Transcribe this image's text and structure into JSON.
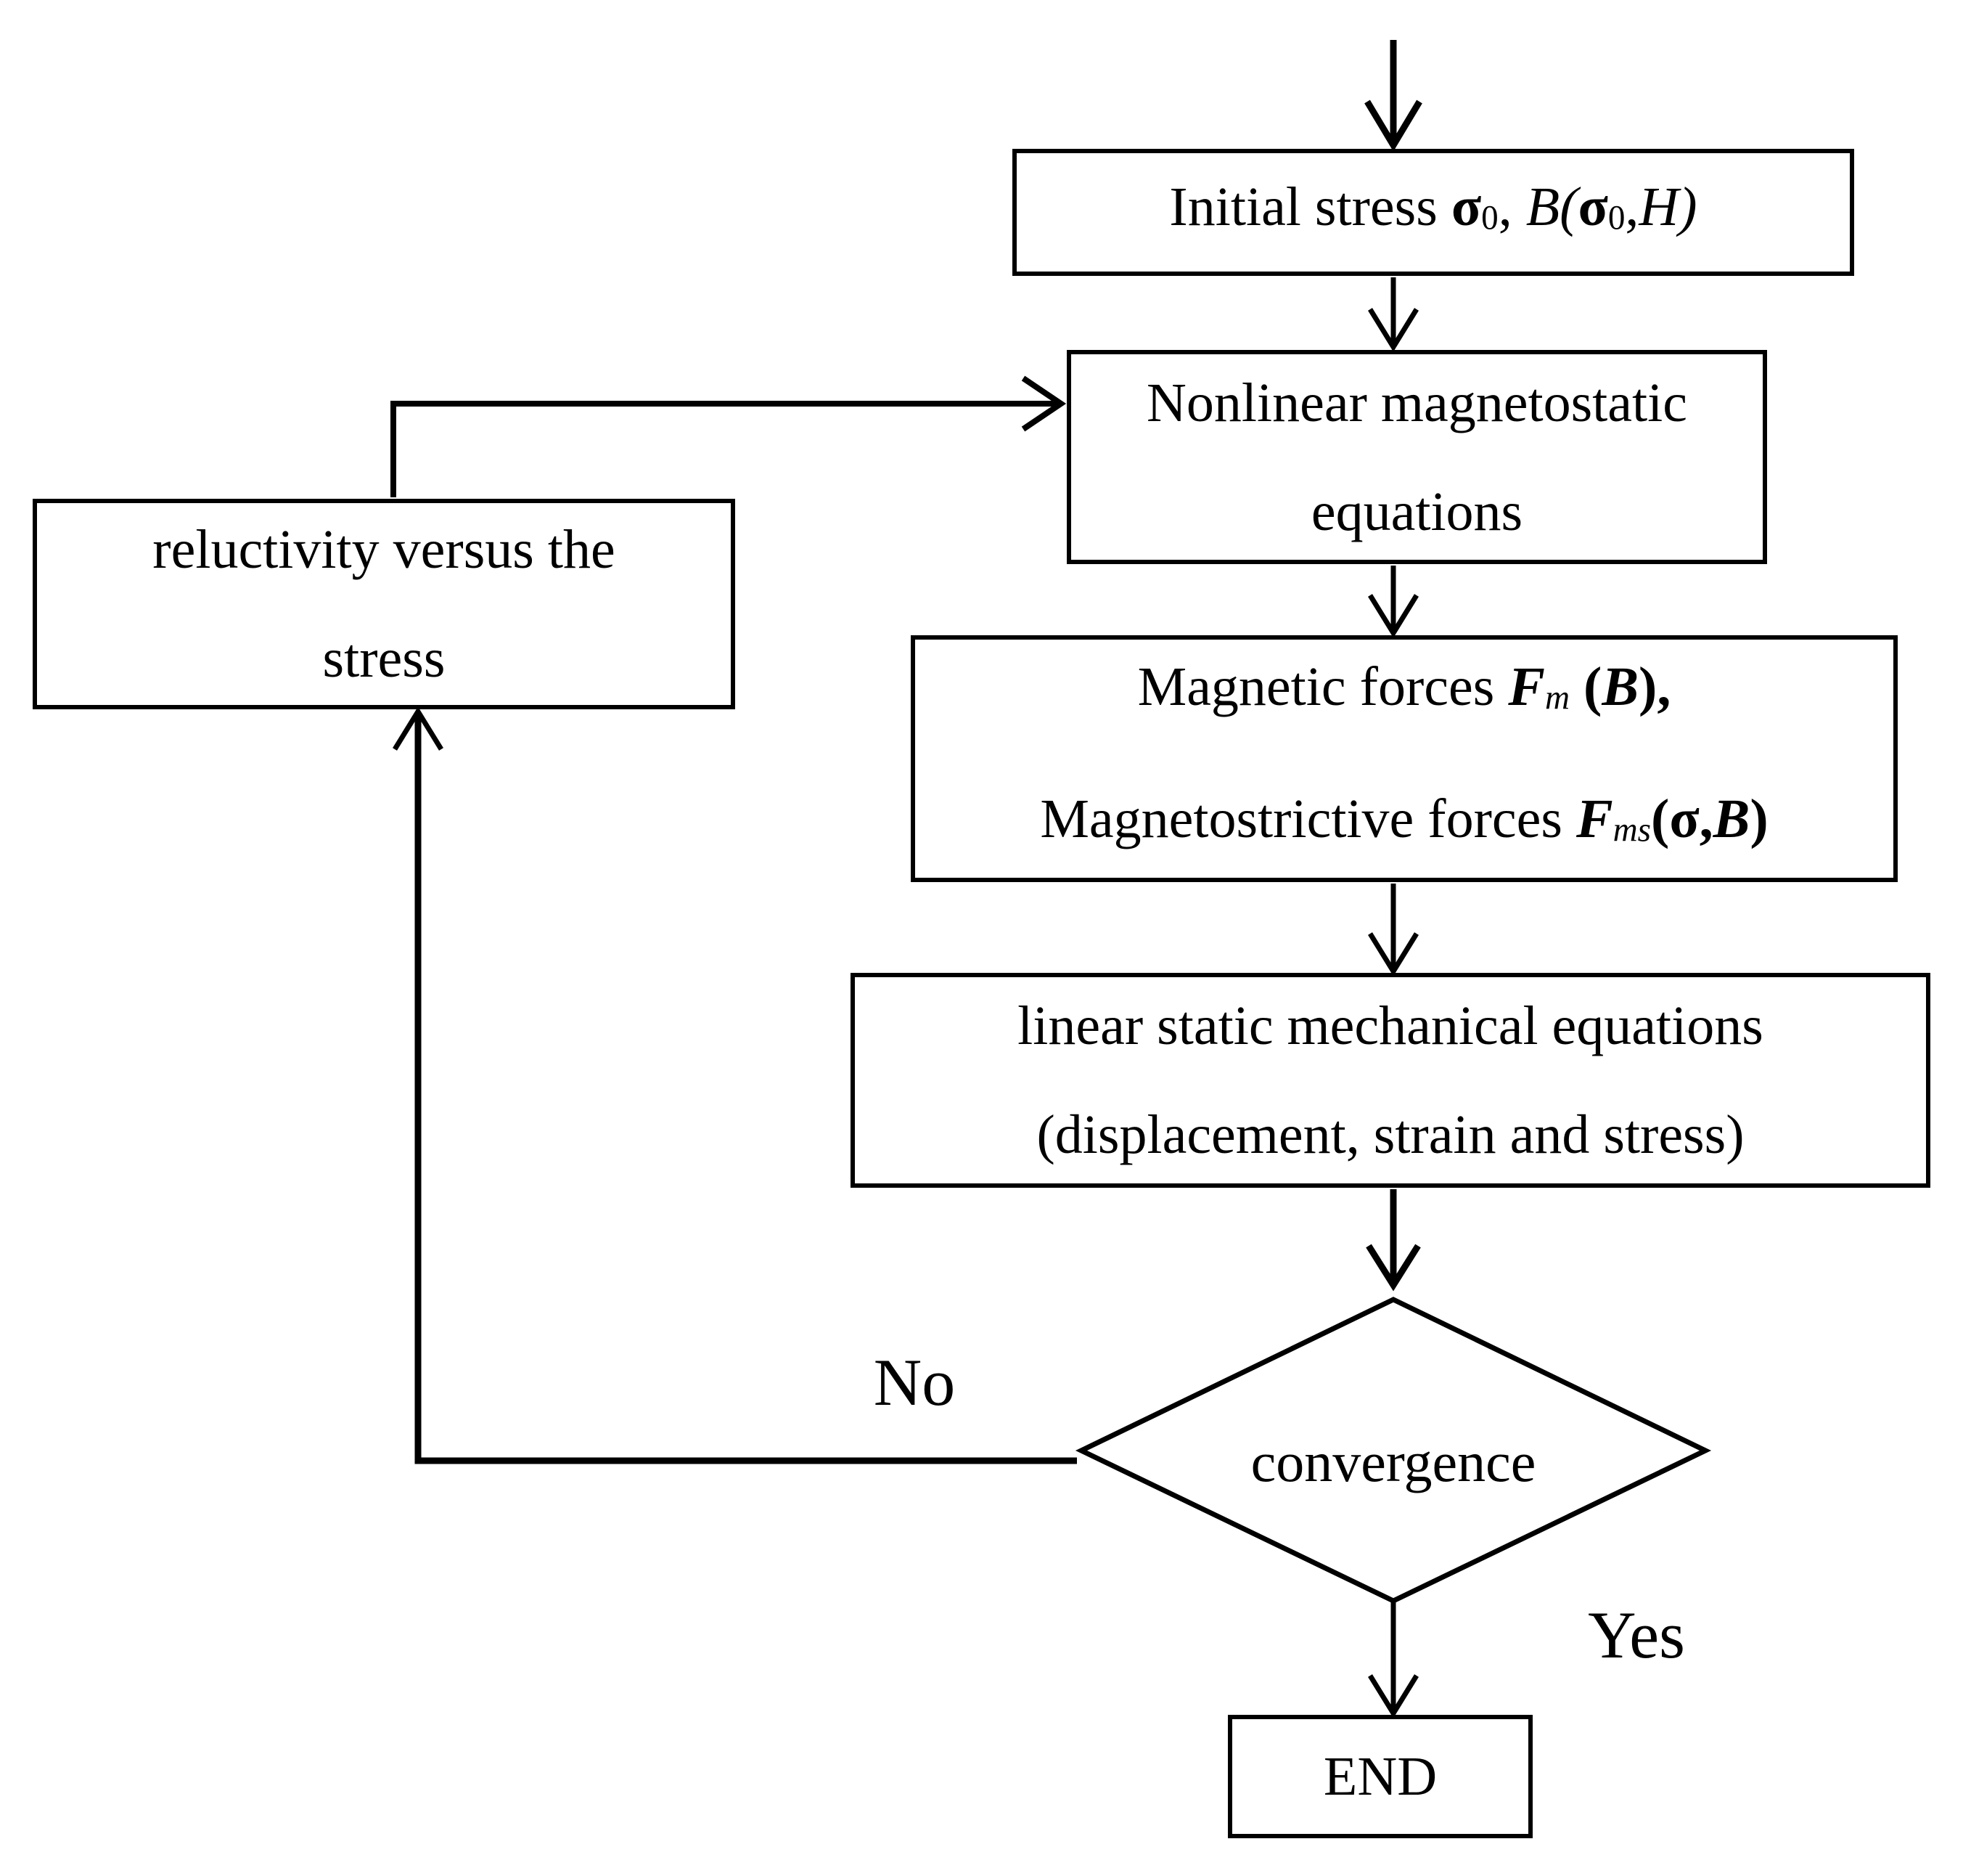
{
  "diagram": {
    "colors": {
      "stroke": "#000000",
      "background": "#ffffff"
    },
    "nodes": {
      "initial_stress": {
        "type": "process",
        "lines": [
          [
            {
              "t": "Initial stress "
            },
            {
              "t": "σ",
              "s": "b"
            },
            {
              "t": "0",
              "s": "sub"
            },
            {
              "t": ", "
            },
            {
              "t": "B",
              "s": "i"
            },
            {
              "t": "(",
              "s": "i"
            },
            {
              "t": "σ",
              "s": "b"
            },
            {
              "t": "0",
              "s": "sub"
            },
            {
              "t": ","
            },
            {
              "t": "H",
              "s": "i"
            },
            {
              "t": ")",
              "s": "i"
            }
          ]
        ]
      },
      "magnetostatic": {
        "type": "process",
        "lines": [
          [
            {
              "t": "Nonlinear magnetostatic"
            }
          ],
          [
            {
              "t": "equations"
            }
          ]
        ]
      },
      "forces": {
        "type": "process",
        "lines": [
          [
            {
              "t": "Magnetic forces "
            },
            {
              "t": "F",
              "s": "bi"
            },
            {
              "t": "m",
              "s": "isub"
            },
            {
              "t": " "
            },
            {
              "t": "(",
              "s": "b"
            },
            {
              "t": "B",
              "s": "bi"
            },
            {
              "t": "),",
              "s": "b"
            }
          ],
          [
            {
              "t": "Magnetostrictive forces "
            },
            {
              "t": "F",
              "s": "bi"
            },
            {
              "t": "ms",
              "s": "isub"
            },
            {
              "t": "(",
              "s": "b"
            },
            {
              "t": "σ,",
              "s": "b"
            },
            {
              "t": "B",
              "s": "bi"
            },
            {
              "t": ")",
              "s": "b"
            }
          ]
        ]
      },
      "mechanical": {
        "type": "process",
        "lines": [
          [
            {
              "t": "linear static mechanical equations"
            }
          ],
          [
            {
              "t": "(displacement, strain and stress)"
            }
          ]
        ]
      },
      "reluctivity": {
        "type": "process",
        "lines": [
          [
            {
              "t": "reluctivity versus the"
            }
          ],
          [
            {
              "t": "stress"
            }
          ]
        ]
      },
      "convergence": {
        "type": "decision",
        "label": "convergence"
      },
      "end": {
        "type": "terminator",
        "lines": [
          [
            {
              "t": "END"
            }
          ]
        ]
      }
    },
    "edge_labels": {
      "no": "No",
      "yes": "Yes"
    },
    "edges": [
      {
        "from": "start",
        "to": "initial_stress"
      },
      {
        "from": "initial_stress",
        "to": "magnetostatic"
      },
      {
        "from": "magnetostatic",
        "to": "forces"
      },
      {
        "from": "forces",
        "to": "mechanical"
      },
      {
        "from": "mechanical",
        "to": "convergence"
      },
      {
        "from": "convergence",
        "to": "reluctivity",
        "label": "No"
      },
      {
        "from": "reluctivity",
        "to": "magnetostatic"
      },
      {
        "from": "convergence",
        "to": "end",
        "label": "Yes"
      }
    ]
  }
}
